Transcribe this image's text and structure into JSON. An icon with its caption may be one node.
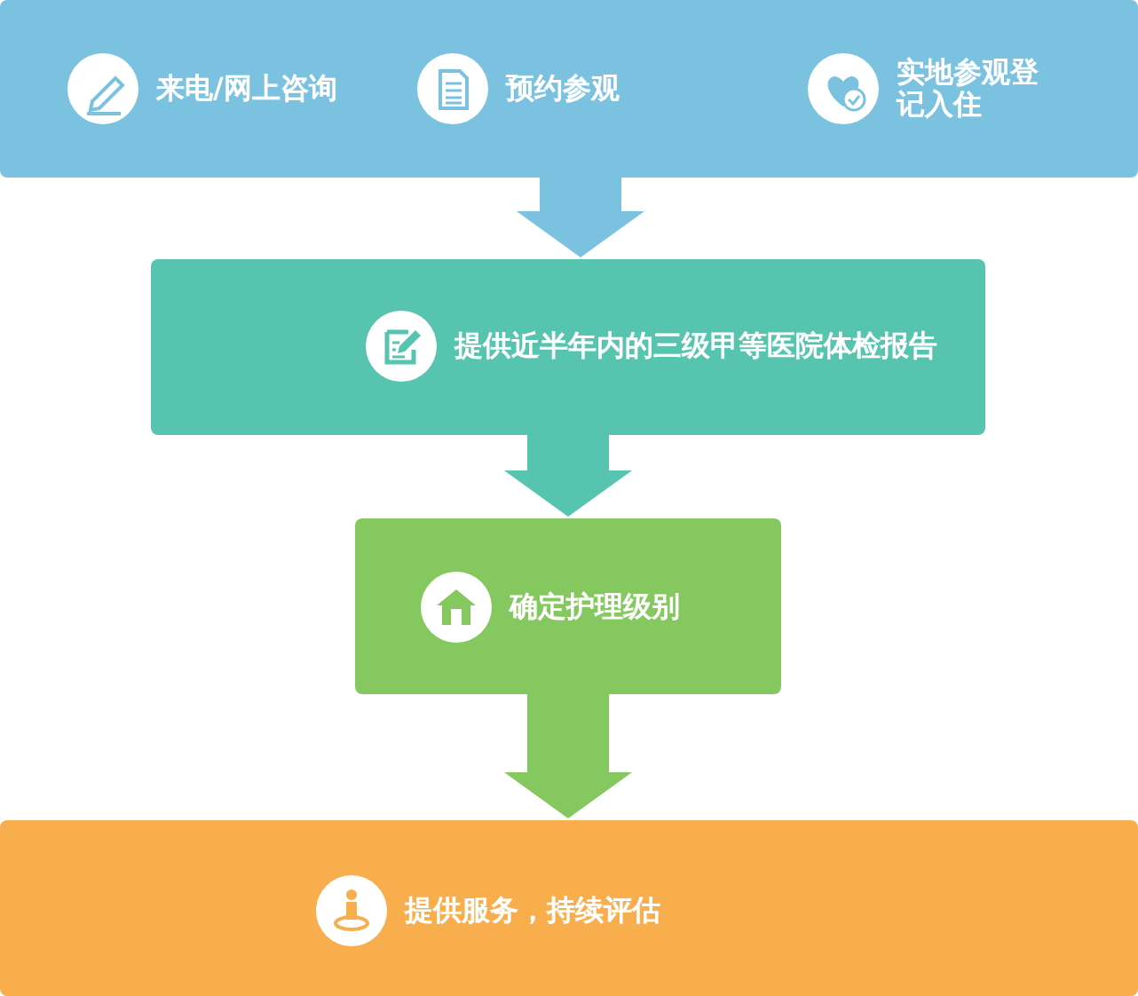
{
  "diagram": {
    "nodes": [
      {
        "text": [
          "来电/网上咨询",
          "预约参观",
          "实地参观登记入住"
        ]
      },
      {
        "text": [
          "提供近半年内的三级甲等医院体检报告"
        ]
      },
      {
        "text": [
          "确定护理级别"
        ]
      },
      {
        "text": [
          "提供服务，持续评估"
        ]
      }
    ],
    "edges": [
      {
        "from": 0,
        "to": 1,
        "arrow": "to"
      },
      {
        "from": 1,
        "to": 2,
        "arrow": "to"
      },
      {
        "from": 2,
        "to": 3,
        "arrow": "to"
      }
    ]
  }
}
